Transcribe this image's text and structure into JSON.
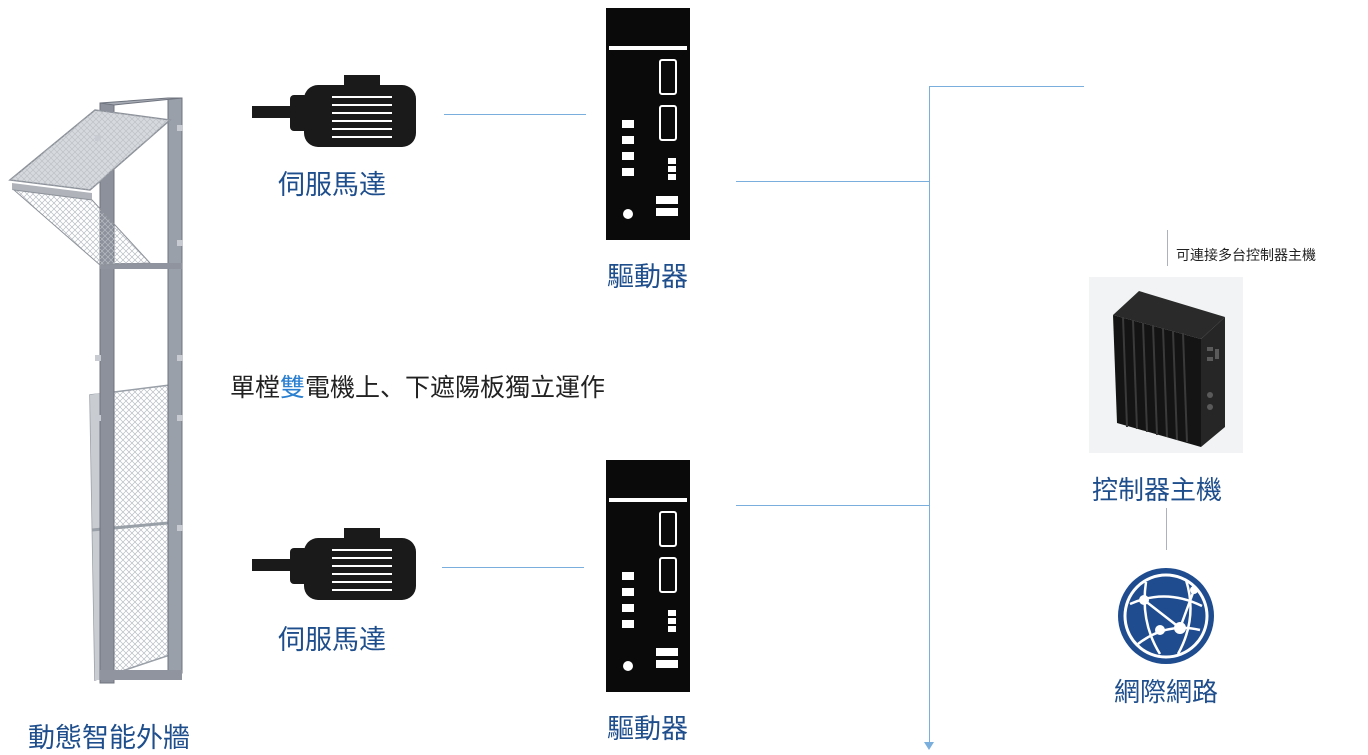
{
  "wall": {
    "label": "動態智能外牆"
  },
  "motor_top": {
    "label": "伺服馬達"
  },
  "motor_bottom": {
    "label": "伺服馬達"
  },
  "driver_top": {
    "label": "驅動器"
  },
  "driver_bottom": {
    "label": "驅動器"
  },
  "description": {
    "before": "單樘",
    "highlight": "雙",
    "after": "電機上、下遮陽板獨立運作"
  },
  "controller": {
    "label": "控制器主機",
    "note": "可連接多台控制器主機"
  },
  "network": {
    "label": "網際網路"
  },
  "colors": {
    "label_blue": "#1f4e8c",
    "highlight": "#2a7fd0",
    "connector": "#7aaedc",
    "device_black": "#0a0a0a"
  }
}
